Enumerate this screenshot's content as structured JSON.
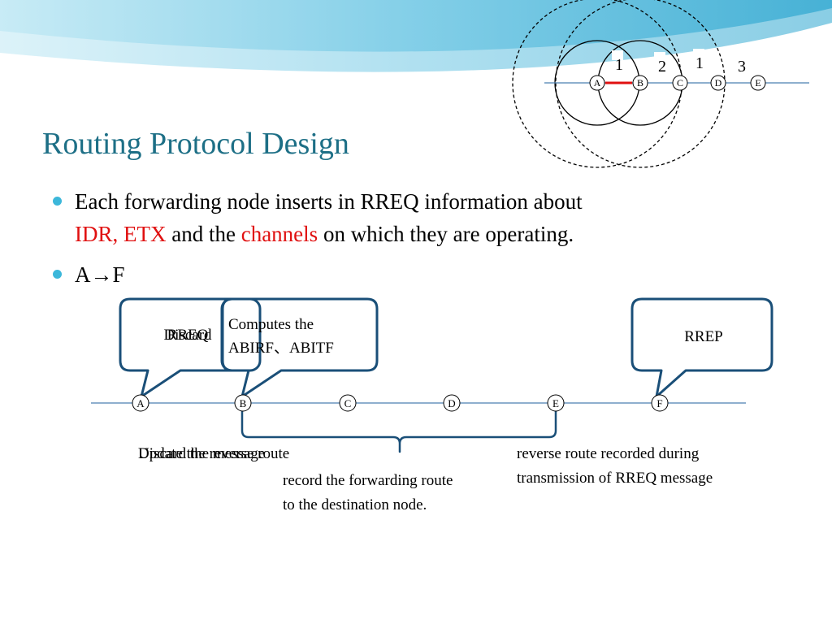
{
  "slide": {
    "title": "Routing Protocol Design",
    "bullet1": {
      "part1": "Each forwarding node inserts in RREQ information about",
      "highlight1": "IDR, ETX",
      "part2": "and the",
      "highlight2": "channels",
      "part3": "on which they are operating."
    },
    "bullet2": "A→F"
  },
  "top_diagram": {
    "nodes": [
      "A",
      "B",
      "C",
      "D",
      "E"
    ],
    "channel_labels": [
      "1",
      "2",
      "1",
      "3"
    ]
  },
  "main_diagram": {
    "nodes": [
      "A",
      "B",
      "C",
      "D",
      "E",
      "F"
    ],
    "callout_left_lines": [
      "RREQ",
      "Discard"
    ],
    "callout_middle_lines": [
      "Computes the",
      "ABIRF、ABITF"
    ],
    "callout_right": "RREP",
    "left_text_lines": [
      "Update the reverse route",
      "Discard the message"
    ],
    "middle_text_lines": [
      "record the forwarding route",
      "to the destination node."
    ],
    "right_text_lines": [
      "reverse route recorded during",
      "transmission of RREQ message"
    ]
  },
  "colors": {
    "title": "#1d6f86",
    "highlight": "#e01010",
    "bullet": "#3cb7da",
    "callout_border": "#1a4f78",
    "link_active": "#e01010"
  }
}
